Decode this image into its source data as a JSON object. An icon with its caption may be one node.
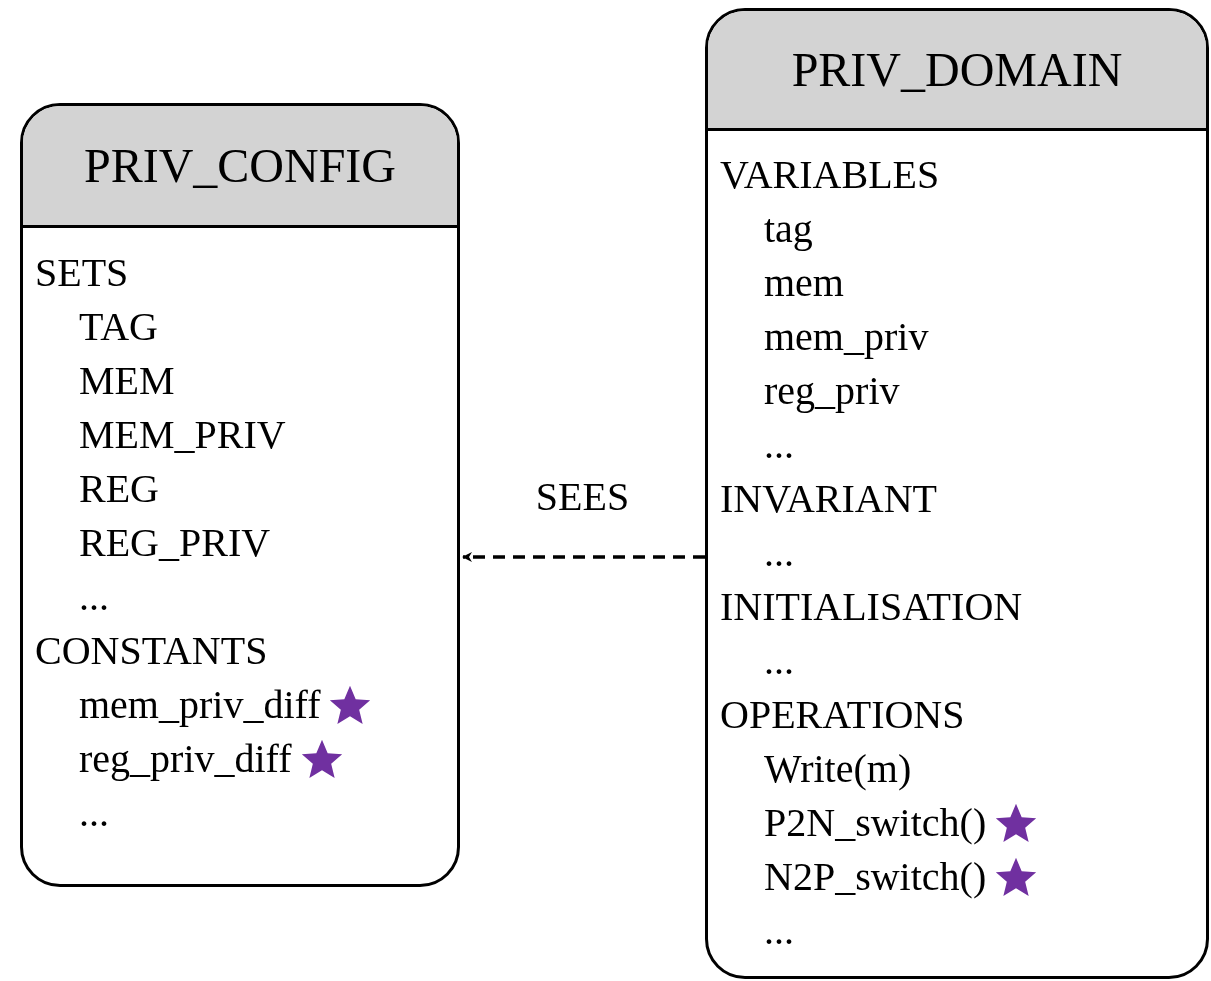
{
  "diagram": {
    "nodes": [
      {
        "text": [
          "PRIV_CONFIG",
          "SETS",
          "TAG",
          "MEM",
          "MEM_PRIV",
          "REG",
          "REG_PRIV",
          "...",
          "CONSTANTS",
          "mem_priv_diff",
          "reg_priv_diff",
          "..."
        ]
      },
      {
        "text": [
          "PRIV_DOMAIN",
          "VARIABLES",
          "tag",
          "mem",
          "mem_priv",
          "reg_priv",
          "...",
          "INVARIANT",
          "...",
          "INITIALISATION",
          "...",
          "OPERATIONS",
          "Write(m)",
          "P2N_switch()",
          "N2P_switch()",
          "..."
        ]
      }
    ],
    "edges": [
      {
        "from": 1,
        "to": 0,
        "arrow": "to",
        "style": "dashed",
        "label": "SEES"
      }
    ]
  }
}
